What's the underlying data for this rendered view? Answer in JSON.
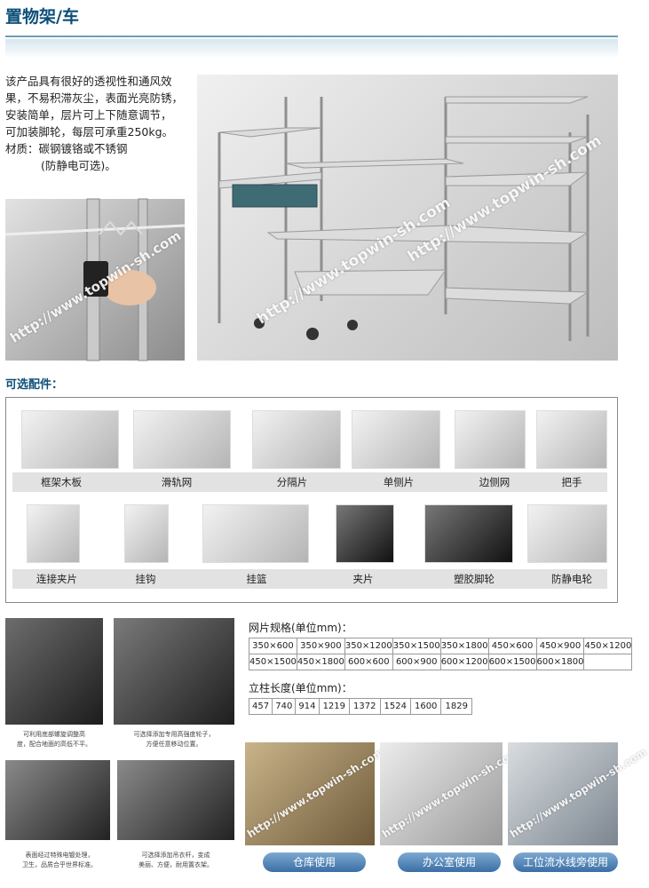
{
  "header": {
    "title": "置物架/车"
  },
  "intro": {
    "lines": [
      "该产品具有很好的透视性和通风效",
      "果，不易积滞灰尘，表面光亮防锈，",
      "安装简单，层片可上下随意调节，",
      "可加装脚轮，每层可承重250kg。"
    ],
    "material": "材质：碳钢镀铬或不锈钢",
    "material_note": "(防静电可选)。"
  },
  "watermark": "http://www.topwin-sh.com",
  "accessories": {
    "title": "可选配件：",
    "row1": [
      "框架木板",
      "滑轨网",
      "分隔片",
      "单侧片",
      "边侧网",
      "把手"
    ],
    "row2": [
      "连接夹片",
      "挂钩",
      "挂篮",
      "夹片",
      "塑胶脚轮",
      "防静电轮"
    ]
  },
  "specs": {
    "panel_title": "网片规格(单位mm)：",
    "panel_rows": [
      [
        "350×600",
        "350×900",
        "350×1200",
        "350×1500",
        "350×1800",
        "450×600",
        "450×900",
        "450×1200"
      ],
      [
        "450×1500",
        "450×1800",
        "600×600",
        "600×900",
        "600×1200",
        "600×1500",
        "600×1800"
      ]
    ],
    "post_title": "立柱长度(单位mm)：",
    "post_row": [
      "457",
      "740",
      "914",
      "1219",
      "1372",
      "1524",
      "1600",
      "1829"
    ]
  },
  "captions": {
    "c1": [
      "可利用底部螺旋调整高",
      "度，配合地面的高低不平。"
    ],
    "c2": [
      "可选择添加专用高强度轮子，",
      "方便任意移动位置。"
    ],
    "c3": [
      "表面经过特殊电镀处理，",
      "卫生，品质合乎世界标准。"
    ],
    "c4": [
      "可选择添加吊衣杆，变成",
      "美丽、方便，耐用置衣架。"
    ]
  },
  "uses": [
    "仓库使用",
    "办公室使用",
    "工位流水线旁使用"
  ]
}
